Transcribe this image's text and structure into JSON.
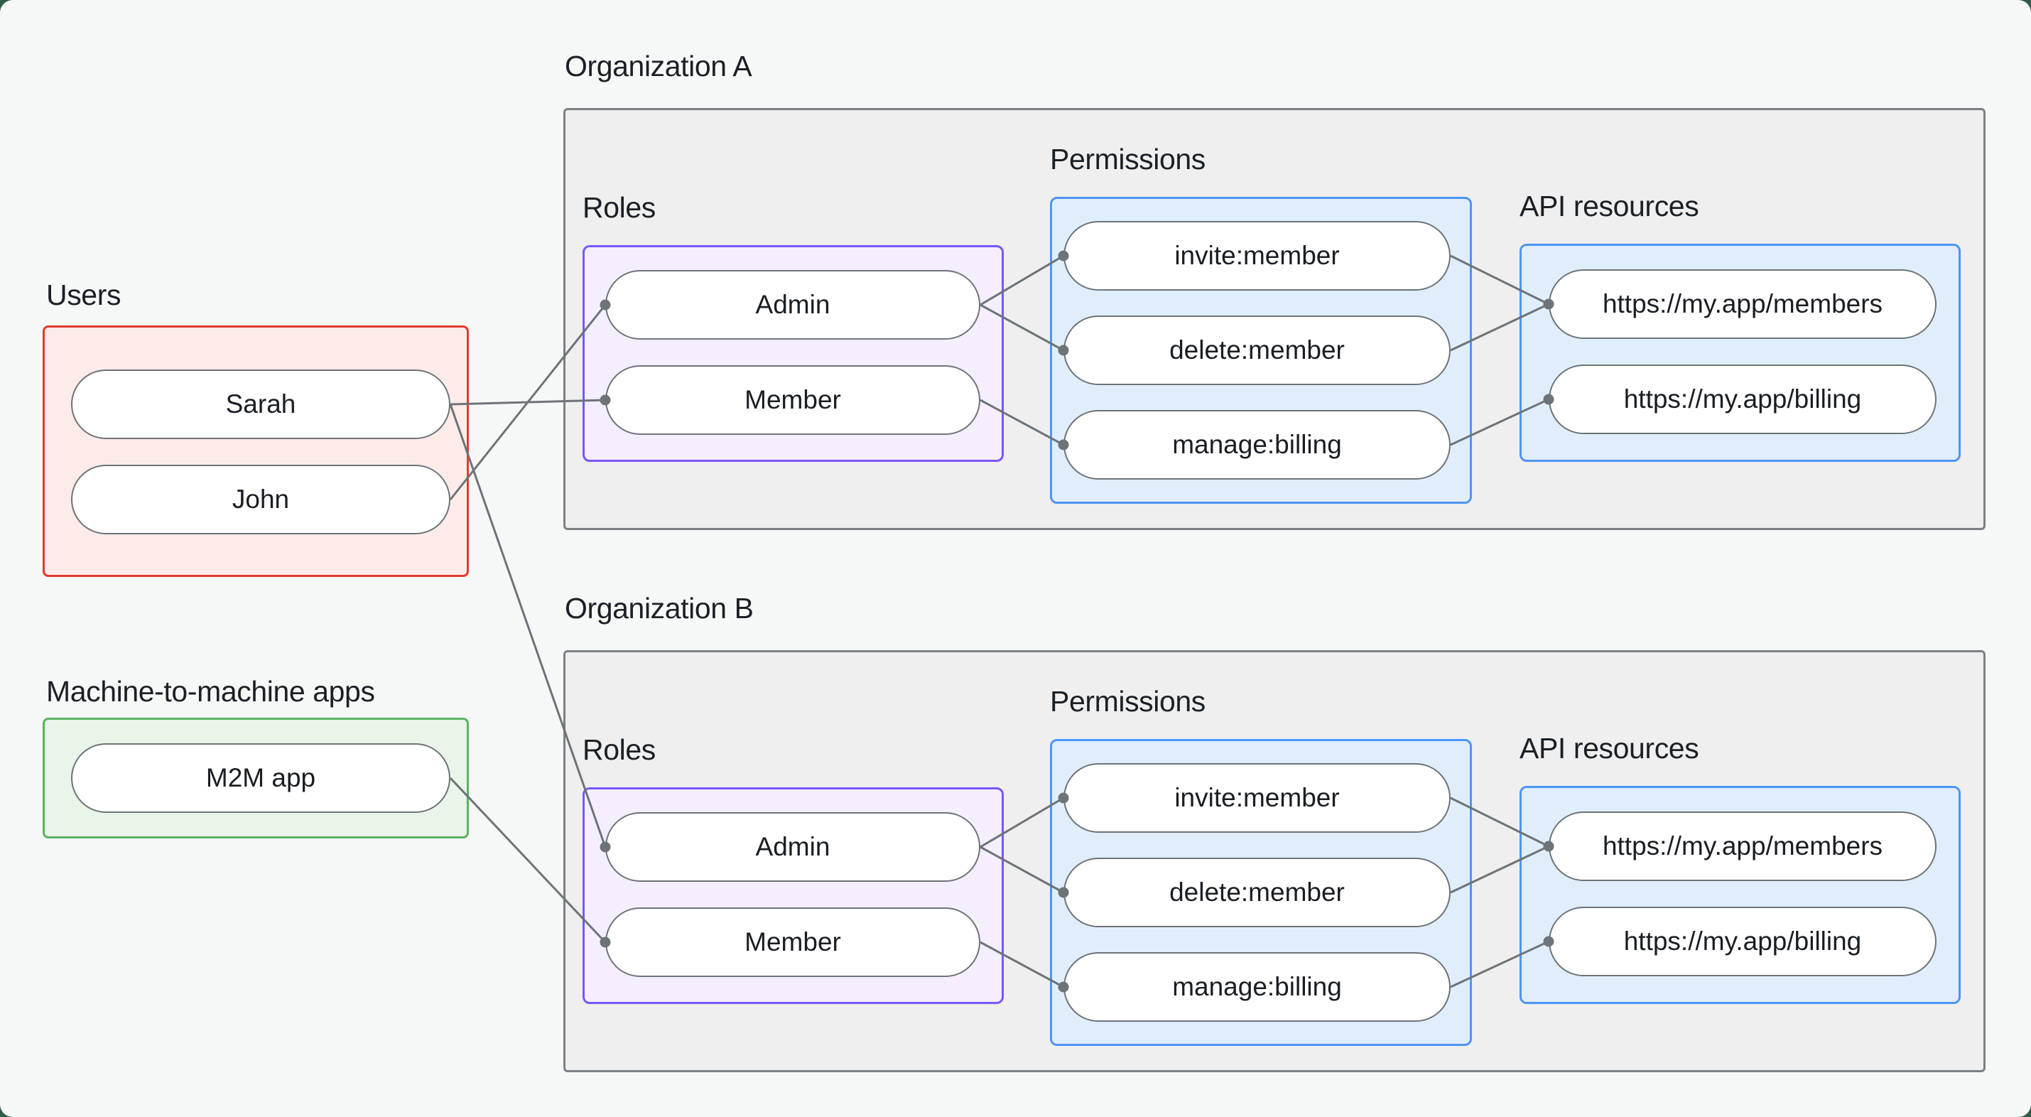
{
  "groups": {
    "users": {
      "label": "Users",
      "box_fill": "#fdebe9",
      "box_border": "#e23b30",
      "pills": [
        {
          "id": "sarah",
          "label": "Sarah"
        },
        {
          "id": "john",
          "label": "John"
        }
      ]
    },
    "m2m": {
      "label": "Machine-to-machine apps",
      "box_fill": "#e8f5e8",
      "box_border": "#5cb260",
      "pills": [
        {
          "id": "m2m-app",
          "label": "M2M app"
        }
      ]
    }
  },
  "organizations": [
    {
      "id": "orgA",
      "label": "Organization A",
      "sections": [
        {
          "id": "roles",
          "label": "Roles",
          "fill": "#f4eefe",
          "border": "#7a57f8",
          "pills": [
            {
              "id": "admin",
              "label": "Admin"
            },
            {
              "id": "member",
              "label": "Member"
            }
          ]
        },
        {
          "id": "permissions",
          "label": "Permissions",
          "fill": "#e0eefc",
          "border": "#4e94f7",
          "pills": [
            {
              "id": "invite-member",
              "label": "invite:member"
            },
            {
              "id": "delete-member",
              "label": "delete:member"
            },
            {
              "id": "manage-billing",
              "label": "manage:billing"
            }
          ]
        },
        {
          "id": "api",
          "label": "API resources",
          "fill": "#e0eefc",
          "border": "#4e94f7",
          "pills": [
            {
              "id": "members-api",
              "label": "https://my.app/members"
            },
            {
              "id": "billing-api",
              "label": "https://my.app/billing"
            }
          ]
        }
      ]
    },
    {
      "id": "orgB",
      "label": "Organization B",
      "sections": [
        {
          "id": "roles",
          "label": "Roles",
          "fill": "#f4eefe",
          "border": "#7a57f8",
          "pills": [
            {
              "id": "admin",
              "label": "Admin"
            },
            {
              "id": "member",
              "label": "Member"
            }
          ]
        },
        {
          "id": "permissions",
          "label": "Permissions",
          "fill": "#e0eefc",
          "border": "#4e94f7",
          "pills": [
            {
              "id": "invite-member",
              "label": "invite:member"
            },
            {
              "id": "delete-member",
              "label": "delete:member"
            },
            {
              "id": "manage-billing",
              "label": "manage:billing"
            }
          ]
        },
        {
          "id": "api",
          "label": "API resources",
          "fill": "#e0eefc",
          "border": "#4e94f7",
          "pills": [
            {
              "id": "members-api",
              "label": "https://my.app/members"
            },
            {
              "id": "billing-api",
              "label": "https://my.app/billing"
            }
          ]
        }
      ]
    }
  ],
  "connections": [
    {
      "from": "users.sarah",
      "to": "orgA.member"
    },
    {
      "from": "users.john",
      "to": "orgA.admin"
    },
    {
      "from": "users.sarah",
      "to": "orgB.admin"
    },
    {
      "from": "m2m.m2m-app",
      "to": "orgB.member"
    },
    {
      "from": "orgA.admin",
      "to": "orgA.invite-member"
    },
    {
      "from": "orgA.admin",
      "to": "orgA.delete-member"
    },
    {
      "from": "orgA.member",
      "to": "orgA.manage-billing"
    },
    {
      "from": "orgA.invite-member",
      "to": "orgA.members-api"
    },
    {
      "from": "orgA.delete-member",
      "to": "orgA.members-api"
    },
    {
      "from": "orgA.manage-billing",
      "to": "orgA.billing-api"
    },
    {
      "from": "orgB.admin",
      "to": "orgB.invite-member"
    },
    {
      "from": "orgB.admin",
      "to": "orgB.delete-member"
    },
    {
      "from": "orgB.member",
      "to": "orgB.manage-billing"
    },
    {
      "from": "orgB.invite-member",
      "to": "orgB.members-api"
    },
    {
      "from": "orgB.delete-member",
      "to": "orgB.members-api"
    },
    {
      "from": "orgB.manage-billing",
      "to": "orgB.billing-api"
    }
  ],
  "style": {
    "canvas_bg": "#f6f8f7",
    "outside_bg": "#2e5d48",
    "org_fill": "#eeefee",
    "org_border": "#7a8084",
    "connector_color": "#6d7377",
    "pill_border": "#6d7377",
    "pill_text": "#1a1e23",
    "label_text": "#1b2026"
  }
}
